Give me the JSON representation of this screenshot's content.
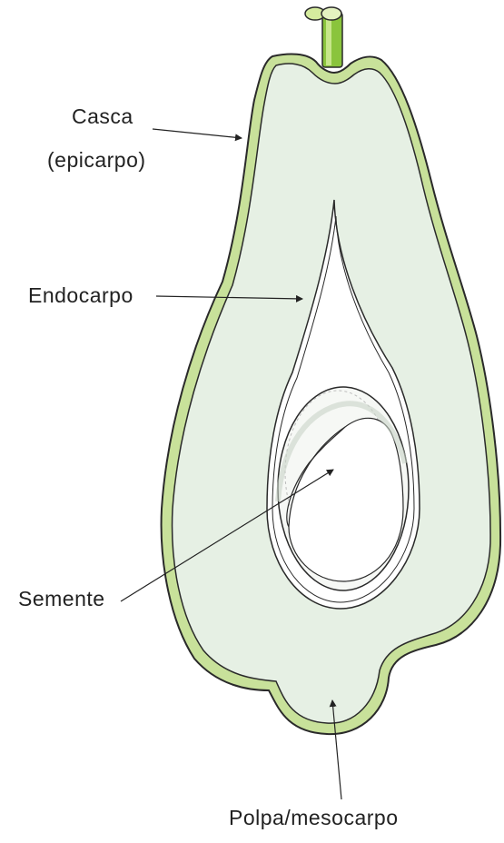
{
  "labels": {
    "casca": "Casca",
    "epicarpo": "(epicarpo)",
    "endocarpo": "Endocarpo",
    "semente": "Semente",
    "polpa": "Polpa/mesocarpo"
  },
  "colors": {
    "skin": "#c8e19a",
    "outline": "#2a2a2a",
    "flesh": "#e6f0e4",
    "stem": "#8ac43c",
    "stem_light": "#d5ec9e",
    "pit": "#ffffff",
    "seed_shadow": "#dfe7dd"
  }
}
